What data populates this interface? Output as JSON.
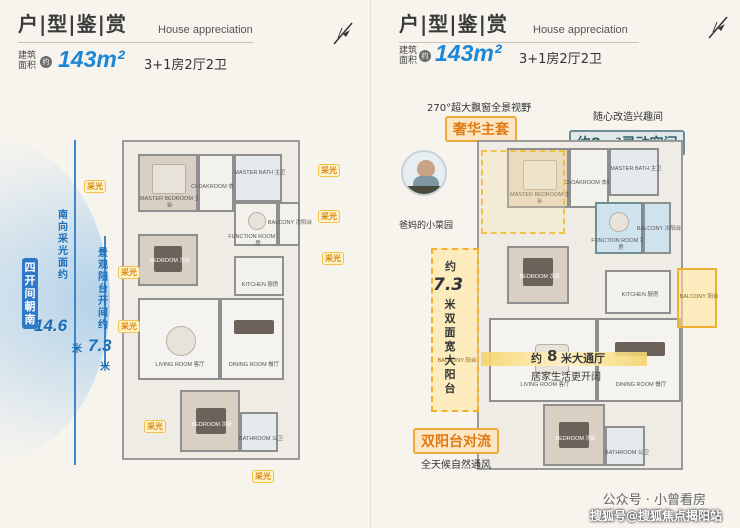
{
  "left": {
    "title": "户|型|鉴|赏",
    "subtitle": "House appreciation",
    "area_label": "建筑面积",
    "area_icon": "约",
    "area": "143m²",
    "layout": "3+1房2厅2卫",
    "side_tag": "四开间朝南",
    "south_text": "南向采光面约",
    "south_value": "14.6",
    "south_unit": "米",
    "balcony_text": "景观阳台开间约",
    "balcony_value": "7.3",
    "balcony_unit": "米",
    "sun_label": "采光",
    "rooms": {
      "master_bed": "MASTER BEDROOM 主卧",
      "cloakroom": "CLOAKROOM 衣帽间",
      "master_bath": "MASTER BATH 主卫",
      "function": "FUNCTION ROOM 功能房",
      "balcony": "BALCONY 次阳台",
      "bedroom1": "BEDROOM 次卧",
      "kitchen": "KITCHEN 厨房",
      "living": "LIVING ROOM 客厅",
      "dining": "DINING ROOM 餐厅",
      "bedroom2": "BEDROOM 次卧",
      "bathroom": "BATHROOM 公卫"
    }
  },
  "right": {
    "title": "户|型|鉴|赏",
    "subtitle": "House appreciation",
    "area_label": "建筑面积",
    "area_icon": "约",
    "area": "143m²",
    "layout": "3+1房2厅2卫",
    "window_text": "270°超大飘窗全景视野",
    "suite_badge": "奢华主套",
    "change_text": "随心改造兴趣间",
    "flex_badge": "约8m²灵动空间",
    "garden_caption": "爸妈的小菜园",
    "double_balcony_value": "7.3",
    "double_balcony_pre": "约",
    "double_balcony_text": "米双面宽大阳台",
    "hall_pre": "约",
    "hall_value": "8",
    "hall_text": "米大通厅",
    "hall_sub": "居家生活更开阔",
    "flow_badge": "双阳台对流",
    "flow_sub": "全天候自然通风",
    "rooms": {
      "master_bed": "MASTER BEDROOM 主卧",
      "cloakroom": "CLOAKROOM 衣帽间",
      "master_bath": "MASTER BATH 主卫",
      "function": "FUNCTION ROOM 功能房",
      "balcony": "BALCONY 次阳台",
      "bedroom1": "BEDROOM 次卧",
      "kitchen": "KITCHEN 厨房",
      "balcony_small": "BALCONY 阳台",
      "living": "LIVING ROOM 客厅",
      "dining": "DINING ROOM 餐厅",
      "bedroom2": "BEDROOM 次卧",
      "bathroom": "BATHROOM 公卫",
      "balcony_big": "BALCONY 阳台"
    }
  },
  "watermark_top": "公众号 · 小曾看房",
  "watermark_bottom": "搜狐号@搜狐焦点揭阳站",
  "colors": {
    "accent_blue": "#1b87d6",
    "accent_orange": "#f0a83a",
    "teal": "#2f5e66"
  }
}
